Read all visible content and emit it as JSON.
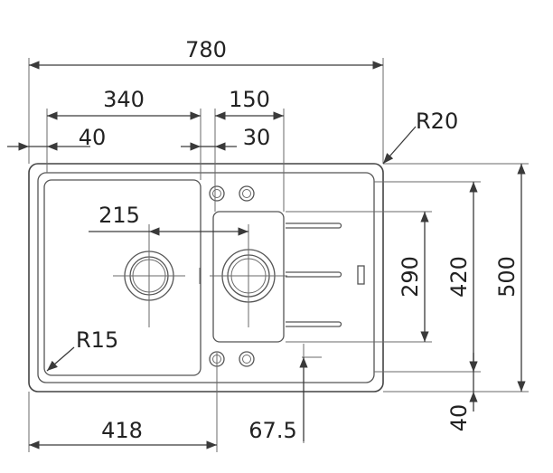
{
  "dimensions": {
    "total_width": "780",
    "left_span": "340",
    "mid_span": "150",
    "left_offset": "40",
    "mid_offset": "30",
    "radius_outer": "R20",
    "bowl_center_distance": "215",
    "drainer_height": "290",
    "inner_height": "420",
    "total_height": "500",
    "radius_inner": "R15",
    "bottom_left_width": "418",
    "bottom_offset": "67.5",
    "bottom_margin": "40"
  }
}
